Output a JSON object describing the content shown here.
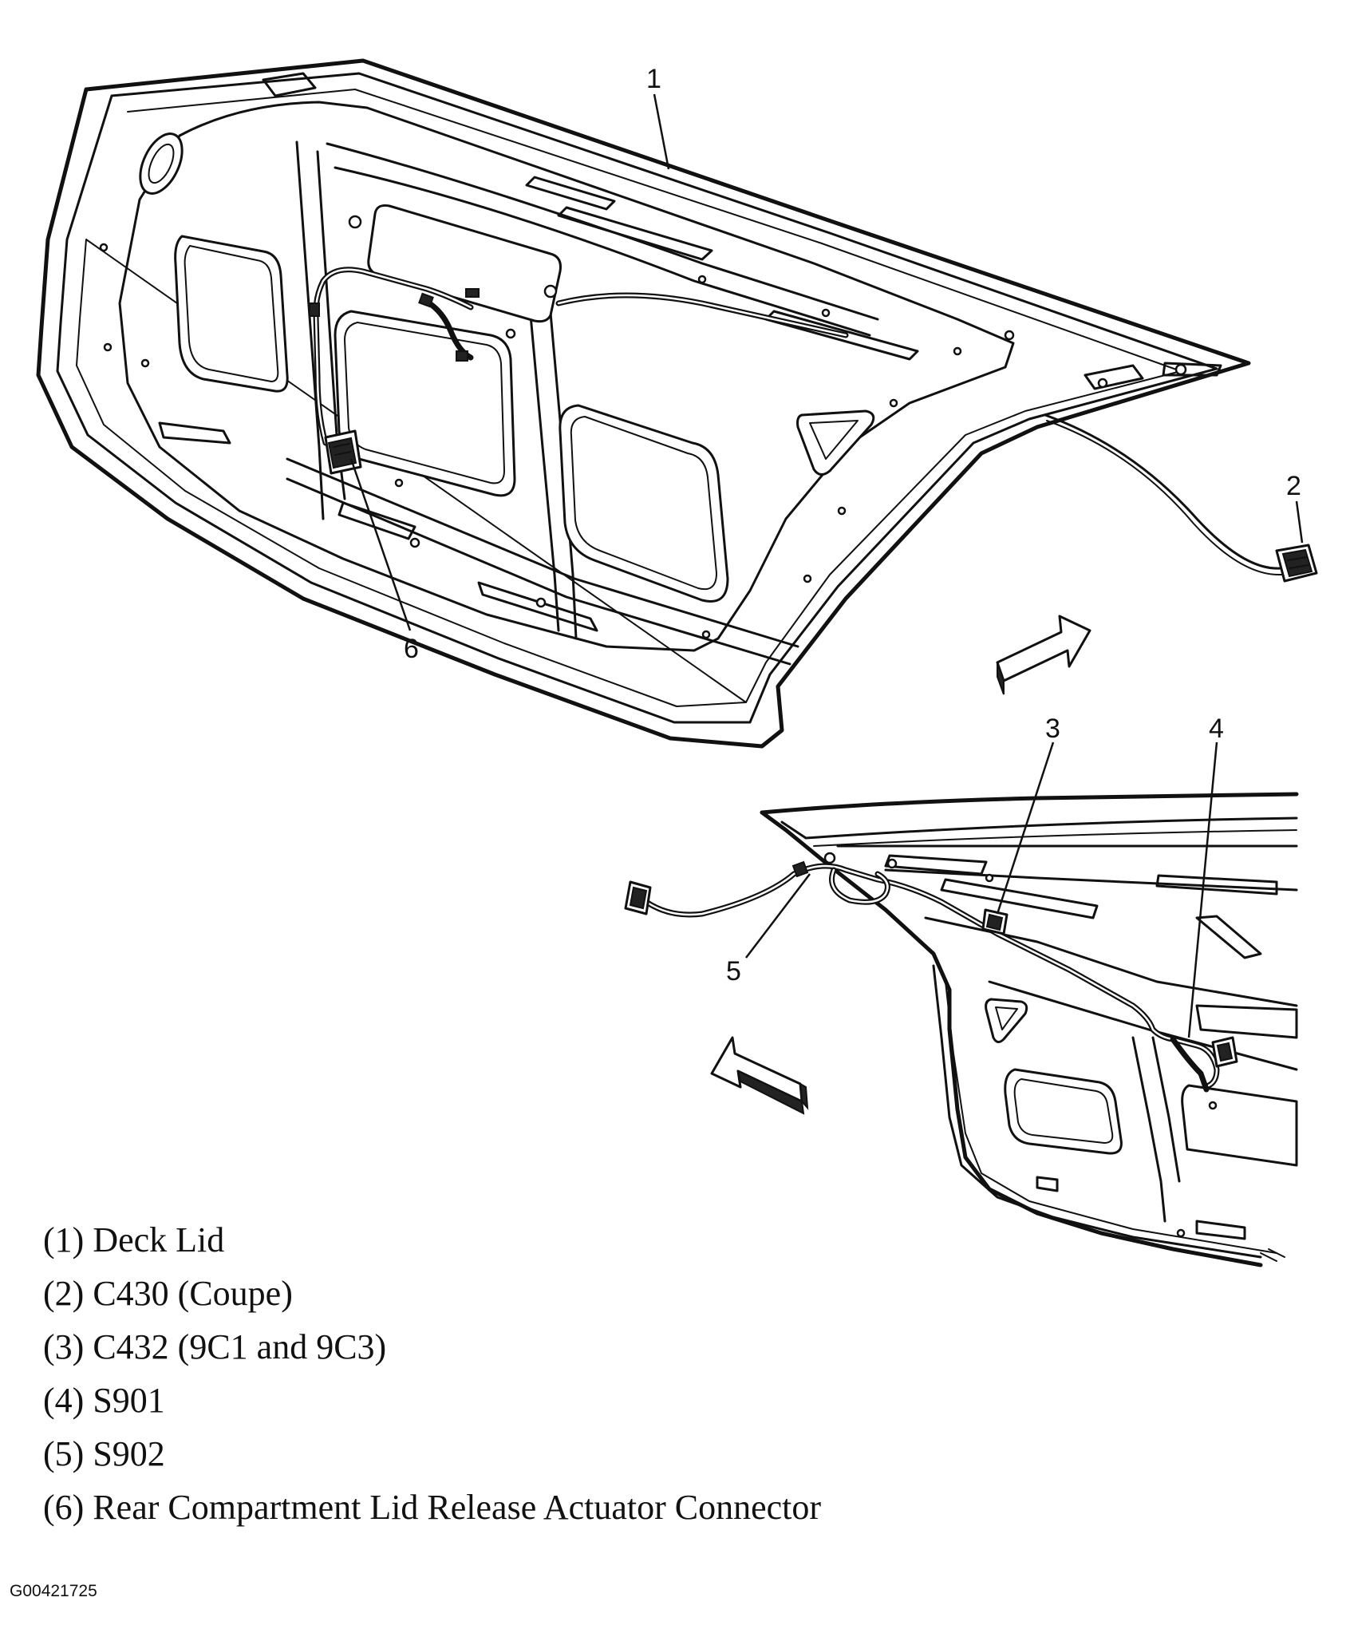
{
  "callouts": {
    "c1": "1",
    "c2": "2",
    "c3": "3",
    "c4": "4",
    "c5": "5",
    "c6": "6"
  },
  "legend": [
    {
      "number": "(1)",
      "text": "Deck Lid"
    },
    {
      "number": "(2)",
      "text": "C430 (Coupe)"
    },
    {
      "number": "(3)",
      "text": "C432 (9C1 and 9C3)"
    },
    {
      "number": "(4)",
      "text": "S901"
    },
    {
      "number": "(5)",
      "text": "S902"
    },
    {
      "number": "(6)",
      "text": "Rear Compartment Lid Release Actuator Connector"
    }
  ],
  "figure_id": "G00421725"
}
